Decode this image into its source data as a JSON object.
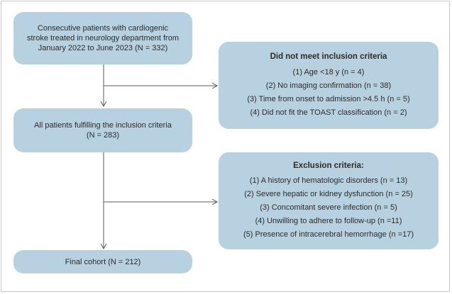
{
  "flowchart": {
    "start_box": {
      "lines": [
        "Consecutive patients with cardiogenic",
        "stroke treated in neurology department from",
        "January 2022 to June 2023 (N = 332)"
      ]
    },
    "exclusion_1": {
      "title": "Did not meet inclusion criteria",
      "items": [
        "(1) Age <18 y (n = 4)",
        "(2) No imaging confirmation (n = 38)",
        "(3) Time from onset to admission >4.5 h (n = 5)",
        "(4) Did not fit the TOAST classification (n = 2)"
      ]
    },
    "inclusion_box": {
      "lines": [
        "All patients fulfilling the inclusion criteria",
        "(N = 283)"
      ]
    },
    "exclusion_2": {
      "title": "Exclusion criteria:",
      "items": [
        "(1) A history of hematologic disorders (n = 13)",
        "(2) Severe hepatic or kidney dysfunction (n = 25)",
        "(3) Concomitant severe infection (n = 5)",
        "(4) Unwilling to adhere to follow-up (n =11)",
        "(5) Presence of intracerebral hemorrhage (n =17)"
      ]
    },
    "final_box": {
      "label": "Final cohort (N = 212)"
    },
    "colors": {
      "box_fill": "#b7d1e0",
      "connector": "#5a5a5a",
      "border": "#c9c9c9"
    }
  }
}
